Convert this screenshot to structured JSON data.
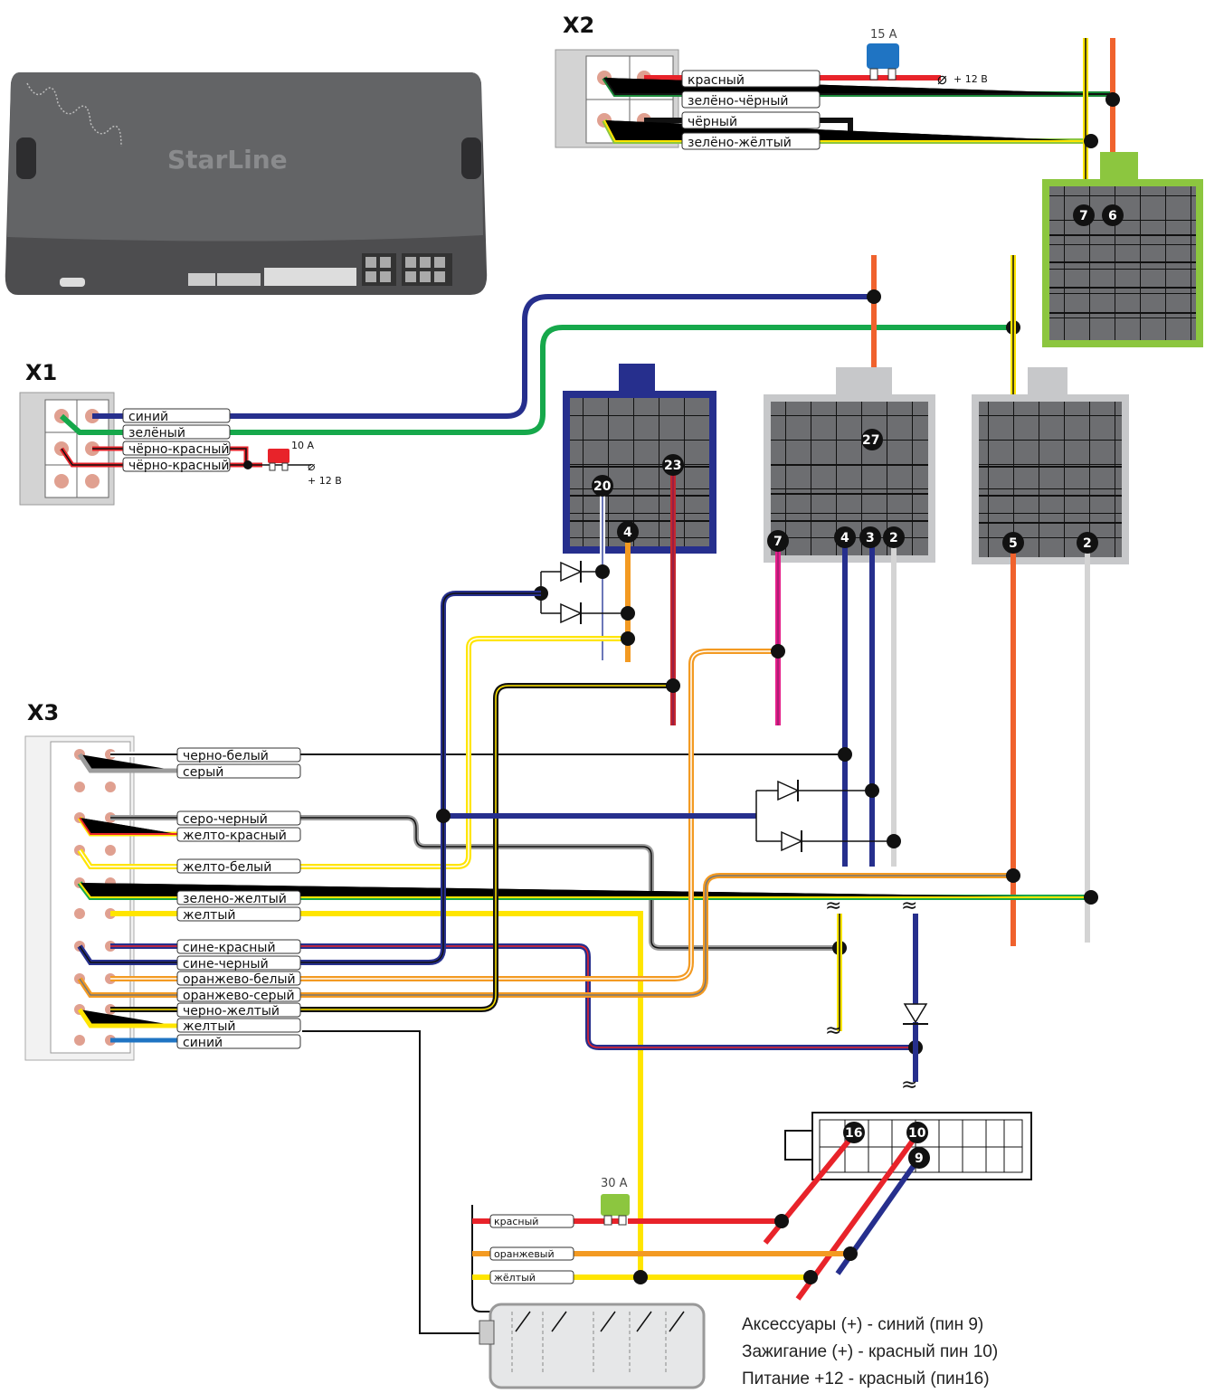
{
  "brand": "StarLine",
  "connectors": {
    "x1": {
      "title": "X1",
      "wires": [
        "синий",
        "зелёный",
        "чёрно-красный",
        "чёрно-красный"
      ],
      "fuse": "10 A",
      "supply": "+ 12 В"
    },
    "x2": {
      "title": "X2",
      "wires": [
        "красный",
        "зелёно-чёрный",
        "чёрный",
        "зелёно-жёлтый"
      ],
      "fuse": "15 A",
      "supply": "+ 12 В"
    },
    "x3": {
      "title": "X3",
      "wires": [
        "черно-белый",
        "серый",
        "серо-черный",
        "желто-красный",
        "желто-белый",
        "зелено-желтый",
        "желтый",
        "сине-красный",
        "сине-черный",
        "оранжево-белый",
        "оранжево-серый",
        "черно-желтый",
        "желтый",
        "синий"
      ]
    },
    "relay": {
      "wires": [
        "красный",
        "оранжевый",
        "жёлтый"
      ],
      "fuse": "30 A"
    }
  },
  "pins": {
    "green_block": [
      "7",
      "6"
    ],
    "blue_block": [
      "20",
      "23",
      "4"
    ],
    "grey_block_1": [
      "27",
      "7",
      "4",
      "3",
      "2"
    ],
    "grey_block_2": [
      "5",
      "2"
    ],
    "ign_block": [
      "16",
      "10",
      "9"
    ]
  },
  "legend": [
    "Аксессуары (+) - синий (пин 9)",
    "Зажигание (+) - красный пин 10)",
    "Питание +12 - красный (пин16)"
  ],
  "colors": {
    "red": "#e8232a",
    "orange": "#f0622d",
    "yellow": "#ffe500",
    "navy": "#262f8d",
    "green": "#16a84b",
    "lime": "#8cc63f",
    "grey": "#d4d4d4"
  }
}
